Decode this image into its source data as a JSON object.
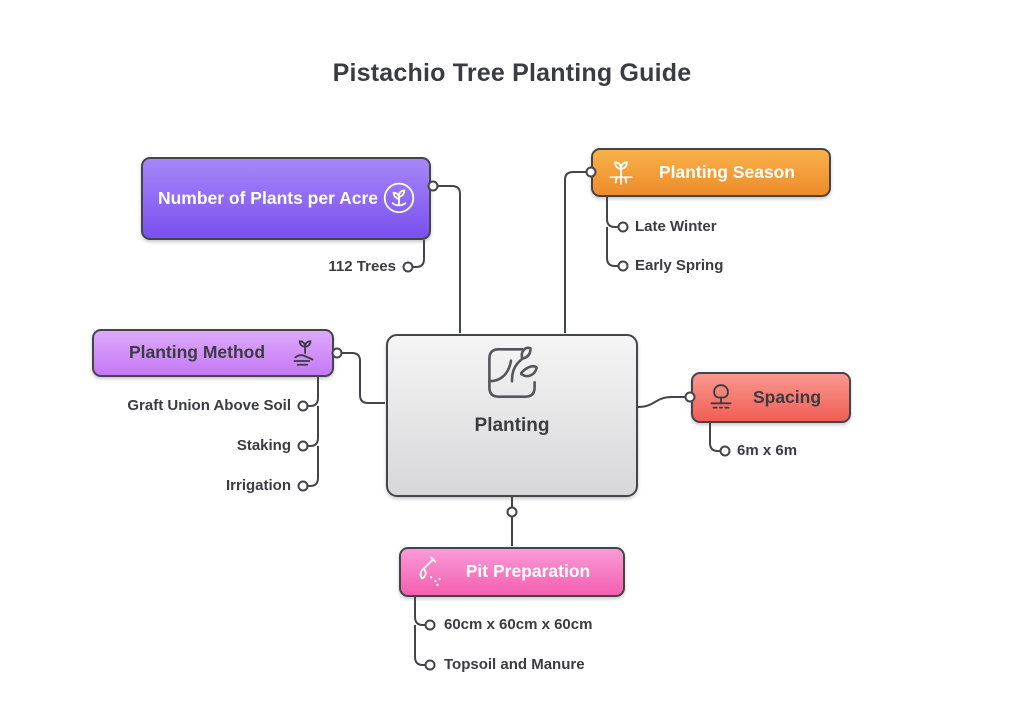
{
  "title": "Pistachio Tree Planting Guide",
  "center": {
    "label": "Planting",
    "icon": "plant-sketch-icon"
  },
  "nodes": {
    "acre": {
      "label": "Number of Plants per Acre",
      "icon": "potted-plant-circle-icon",
      "children": [
        "112 Trees"
      ],
      "gradient": [
        "#a687f8",
        "#7a50ef"
      ],
      "text_color": "#ffffff"
    },
    "season": {
      "label": "Planting Season",
      "icon": "seedling-icon",
      "children": [
        "Late Winter",
        "Early Spring"
      ],
      "gradient": [
        "#f9b14a",
        "#ee8c2b"
      ],
      "text_color": "#ffffff"
    },
    "method": {
      "label": "Planting Method",
      "icon": "hand-sprout-icon",
      "children": [
        "Graft Union Above Soil",
        "Staking",
        "Irrigation"
      ],
      "gradient": [
        "#dcaafb",
        "#c678f6"
      ],
      "text_color": "#3b3b42"
    },
    "spacing": {
      "label": "Spacing",
      "icon": "tree-icon",
      "children": [
        "6m x 6m"
      ],
      "gradient": [
        "#f9988d",
        "#f15e57"
      ],
      "text_color": "#3b3b42"
    },
    "pit": {
      "label": "Pit Preparation",
      "icon": "digging-icon",
      "children": [
        "60cm x 60cm x 60cm",
        "Topsoil and Manure"
      ],
      "gradient": [
        "#fa9bd7",
        "#f45fb0"
      ],
      "text_color": "#ffffff"
    }
  },
  "connector_color": "#44444b"
}
